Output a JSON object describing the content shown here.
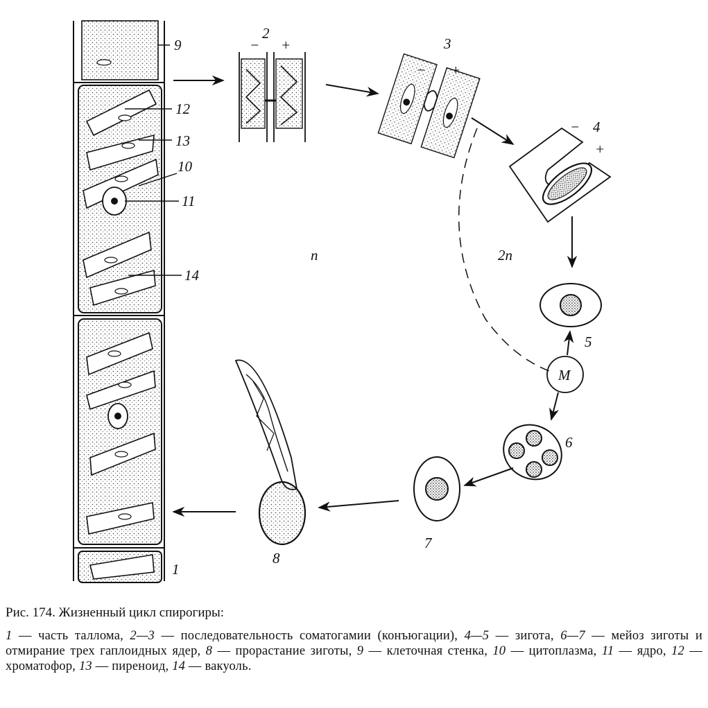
{
  "labels": {
    "stage1": "1",
    "stage2": "2",
    "stage3": "3",
    "stage4": "4",
    "stage5": "5",
    "stage6": "6",
    "stage7": "7",
    "stage8": "8",
    "cellwall": "9",
    "cytoplasm": "10",
    "nucleus": "11",
    "chromatophore": "12",
    "pyrenoid": "13",
    "vacuole": "14",
    "haploid": "п",
    "diploid": "2п",
    "meiosis": "М",
    "minus": "−",
    "plus": "+"
  },
  "caption": {
    "title": "Рис. 174. Жизненный цикл спирогиры:",
    "legend": [
      {
        "num": "1",
        "text": " — часть таллома, "
      },
      {
        "num": "2—3",
        "text": " — последовательность соматогамии (конъюгации), "
      },
      {
        "num": "4—5",
        "text": " — зигота, "
      },
      {
        "num": "6—7",
        "text": " — мейоз зиготы и отмирание трех гаплоидных ядер, "
      },
      {
        "num": "8",
        "text": " — прорастание зиготы, "
      },
      {
        "num": "9",
        "text": " — клеточная стенка, "
      },
      {
        "num": "10",
        "text": " — цитоплазма, "
      },
      {
        "num": "11",
        "text": " — ядро, "
      },
      {
        "num": "12",
        "text": " — хроматофор, "
      },
      {
        "num": "13",
        "text": " — пиреноид, "
      },
      {
        "num": "14",
        "text": " — вакуоль."
      }
    ]
  }
}
